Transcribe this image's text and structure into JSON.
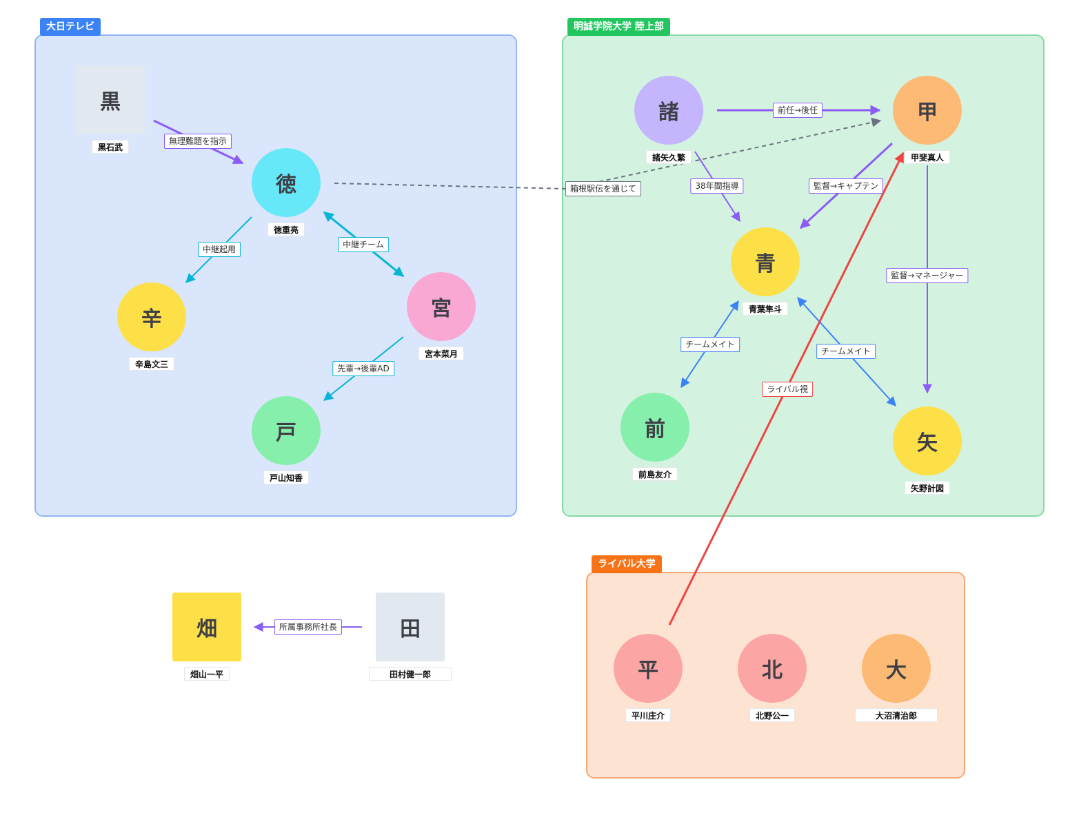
{
  "groups": {
    "daijitsu": {
      "label": "大日テレビ",
      "color": "#3b82f6",
      "bg": "#dae6fc",
      "border": "#93b5f2"
    },
    "meisei": {
      "label": "明誠学院大学 陸上部",
      "color": "#22c55e",
      "bg": "#d4f2e0",
      "border": "#86d9a4"
    },
    "rival": {
      "label": "ライバル大学",
      "color": "#f97316",
      "bg": "#fde3d1",
      "border": "#f5a878"
    }
  },
  "nodes": {
    "kuro": {
      "glyph": "黒",
      "name": "黒石武",
      "fill": "#e2e8f0"
    },
    "toku": {
      "glyph": "徳",
      "name": "徳重亮",
      "fill": "#67e8f9"
    },
    "kara": {
      "glyph": "辛",
      "name": "辛島文三",
      "fill": "#fde047"
    },
    "miya": {
      "glyph": "宮",
      "name": "宮本菜月",
      "fill": "#f9a8d4"
    },
    "toyama": {
      "glyph": "戸",
      "name": "戸山知香",
      "fill": "#86efac"
    },
    "moro": {
      "glyph": "諸",
      "name": "諸矢久繁",
      "fill": "#c4b5fd"
    },
    "kai": {
      "glyph": "甲",
      "name": "甲斐真人",
      "fill": "#fdba74"
    },
    "ao": {
      "glyph": "青",
      "name": "青葉隼斗",
      "fill": "#fde047"
    },
    "mae": {
      "glyph": "前",
      "name": "前島友介",
      "fill": "#86efac"
    },
    "yano": {
      "glyph": "矢",
      "name": "矢野計図",
      "fill": "#fde047"
    },
    "hata": {
      "glyph": "畑",
      "name": "畑山一平",
      "fill": "#fde047"
    },
    "tamura": {
      "glyph": "田",
      "name": "田村健一郎",
      "fill": "#e2e8f0"
    },
    "hira": {
      "glyph": "平",
      "name": "平川庄介",
      "fill": "#fca5a5"
    },
    "kita": {
      "glyph": "北",
      "name": "北野公一",
      "fill": "#fca5a5"
    },
    "oonuma": {
      "glyph": "大",
      "name": "大沼清治郎",
      "fill": "#fdba74"
    }
  },
  "edges": {
    "kuro_toku": {
      "label": "無理難題を指示",
      "color": "#8b5cf6"
    },
    "toku_kara": {
      "label": "中継起用",
      "color": "#06b6d4"
    },
    "toku_miya": {
      "label": "中継チーム",
      "color": "#06b6d4"
    },
    "miya_toyama": {
      "label": "先輩→後輩AD",
      "color": "#06b6d4"
    },
    "toku_kai": {
      "label": "箱根駅伝を通じて",
      "color": "#6b7280"
    },
    "moro_kai": {
      "label": "前任→後任",
      "color": "#8b5cf6"
    },
    "moro_ao": {
      "label": "38年間指導",
      "color": "#8b5cf6"
    },
    "kai_ao": {
      "label": "監督→キャプテン",
      "color": "#8b5cf6"
    },
    "kai_yano": {
      "label": "監督→マネージャー",
      "color": "#8b5cf6"
    },
    "ao_mae": {
      "label": "チームメイト",
      "color": "#3b82f6"
    },
    "ao_yano": {
      "label": "チームメイト",
      "color": "#3b82f6"
    },
    "hira_kai": {
      "label": "ライバル視",
      "color": "#ef4444"
    },
    "tamura_hata": {
      "label": "所属事務所社長",
      "color": "#8b5cf6"
    }
  }
}
